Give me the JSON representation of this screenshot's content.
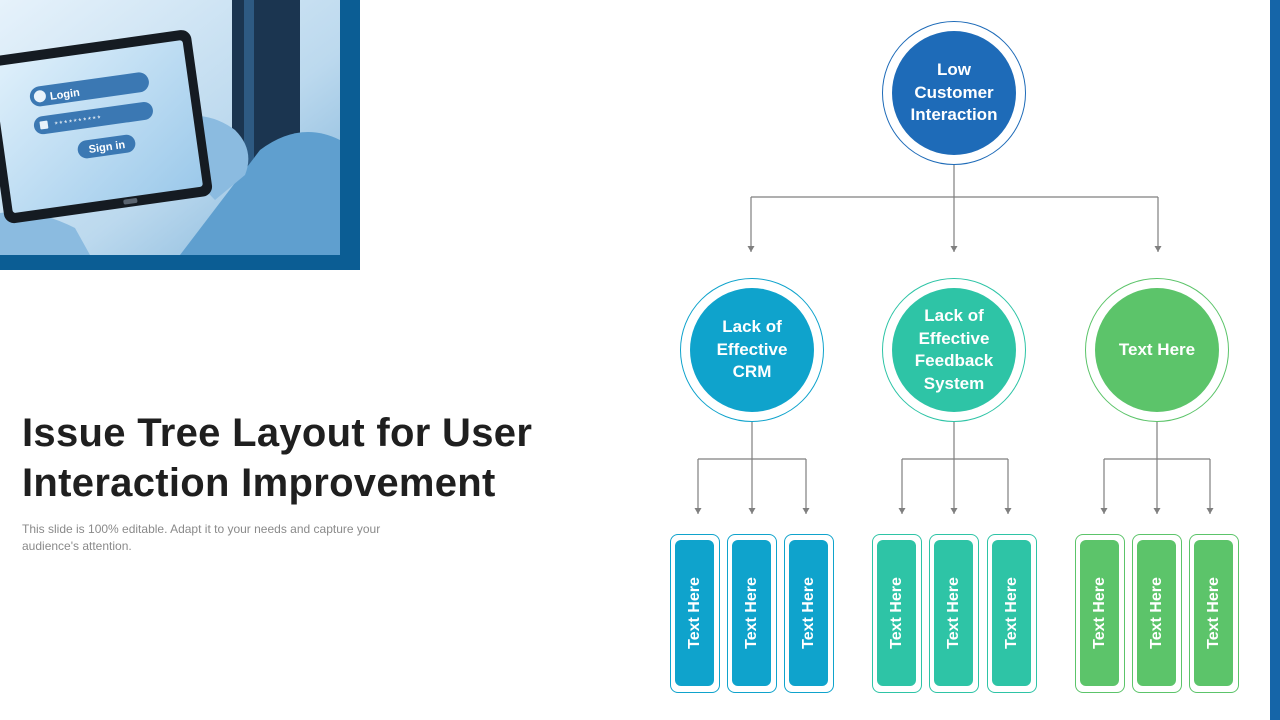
{
  "slide": {
    "title": "Issue Tree Layout for User Interaction Improvement",
    "subtitle": "This slide is 100% editable. Adapt it to your needs and capture your audience's attention."
  },
  "photo": {
    "login_label": "Login",
    "password_mask": "**********",
    "signin_label": "Sign in"
  },
  "tree": {
    "root": {
      "label": "Low Customer Interaction",
      "color": "#1e6bb8"
    },
    "branches": [
      {
        "label": "Lack of Effective CRM",
        "color": "#0fa3cc",
        "leaves": [
          "Text Here",
          "Text Here",
          "Text Here"
        ]
      },
      {
        "label": "Lack of Effective Feedback System",
        "color": "#2ec4a6",
        "leaves": [
          "Text Here",
          "Text Here",
          "Text Here"
        ]
      },
      {
        "label": "Text Here",
        "color": "#5cc46a",
        "leaves": [
          "Text Here",
          "Text Here",
          "Text Here"
        ]
      }
    ]
  },
  "colors": {
    "accent_bar": "#1565a8",
    "photo_frame": "#0b5d94",
    "connector": "#7f7f7f"
  }
}
